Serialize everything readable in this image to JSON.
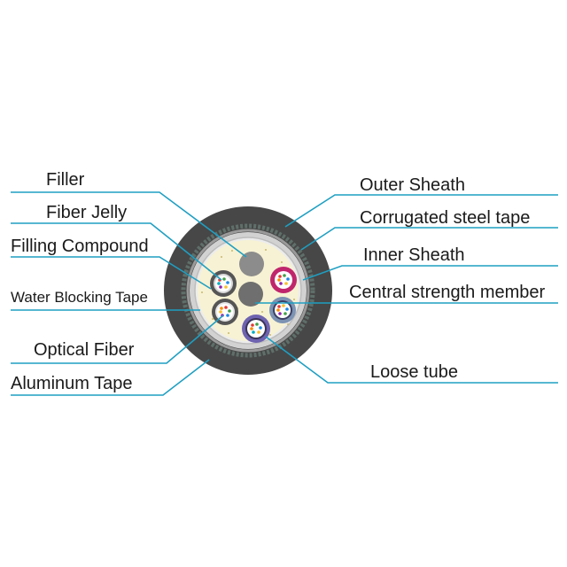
{
  "labels": {
    "filler": "Filler",
    "fiber_jelly": "Fiber Jelly",
    "filling_compound": "Filling Compound",
    "water_blocking_tape": "Water Blocking Tape",
    "optical_fiber": "Optical Fiber",
    "aluminum_tape": "Aluminum Tape",
    "outer_sheath": "Outer Sheath",
    "corrugated_steel_tape": "Corrugated steel tape",
    "inner_sheath": "Inner Sheath",
    "central_strength_member": "Central strength member",
    "loose_tube": "Loose tube"
  },
  "colors": {
    "leader": "#1f9fc2",
    "outer_sheath": "#474747",
    "steel_tape": "#5f6f6a",
    "inner_sheath": "#d2d2d2",
    "core_fill": "#f7f2d4",
    "strength_member": "#6f6f6f",
    "filler": "#8c8c8c",
    "tube_magenta": "#c0266c",
    "tube_blue": "#7c93b3",
    "tube_purple": "#6e63b0"
  }
}
